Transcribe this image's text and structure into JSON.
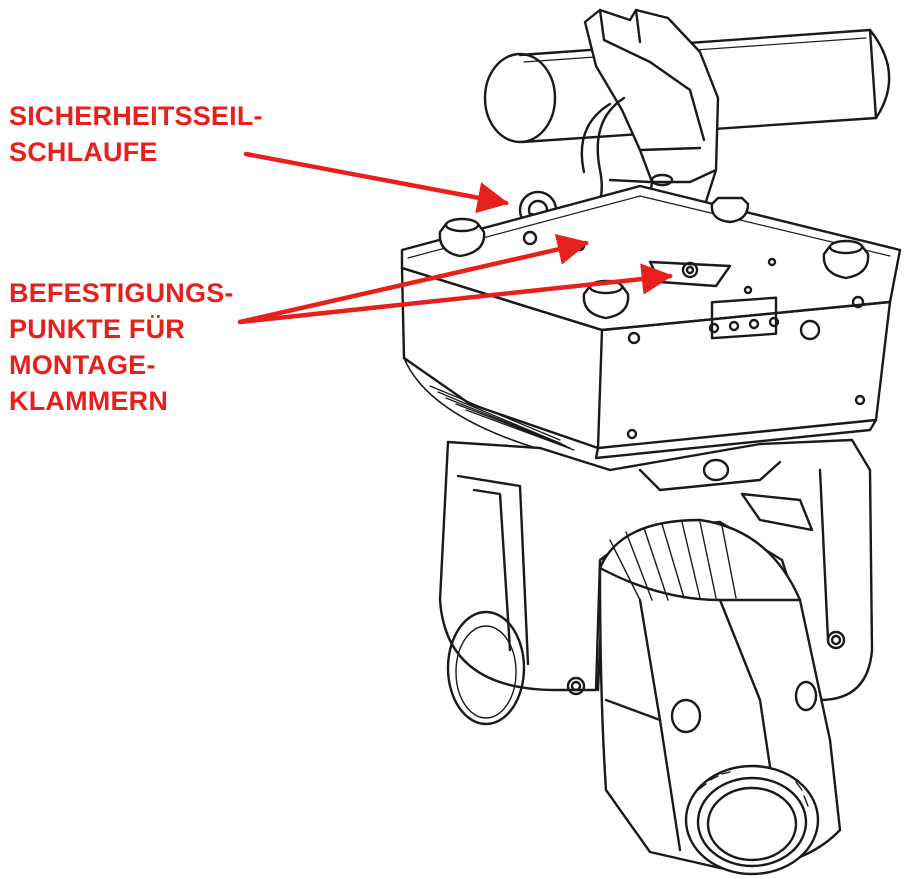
{
  "colors": {
    "callout": "#e8201c",
    "line_art": "#1a1a1a",
    "background": "#ffffff"
  },
  "callouts": {
    "safety_loop": {
      "lines": [
        "SICHERHEITSSEIL-",
        "SCHLAUFE"
      ]
    },
    "mounting_points": {
      "lines": [
        "BEFESTIGUNGS-",
        "PUNKTE FÜR",
        "MONTAGE-",
        "KLAMMERN"
      ]
    }
  }
}
